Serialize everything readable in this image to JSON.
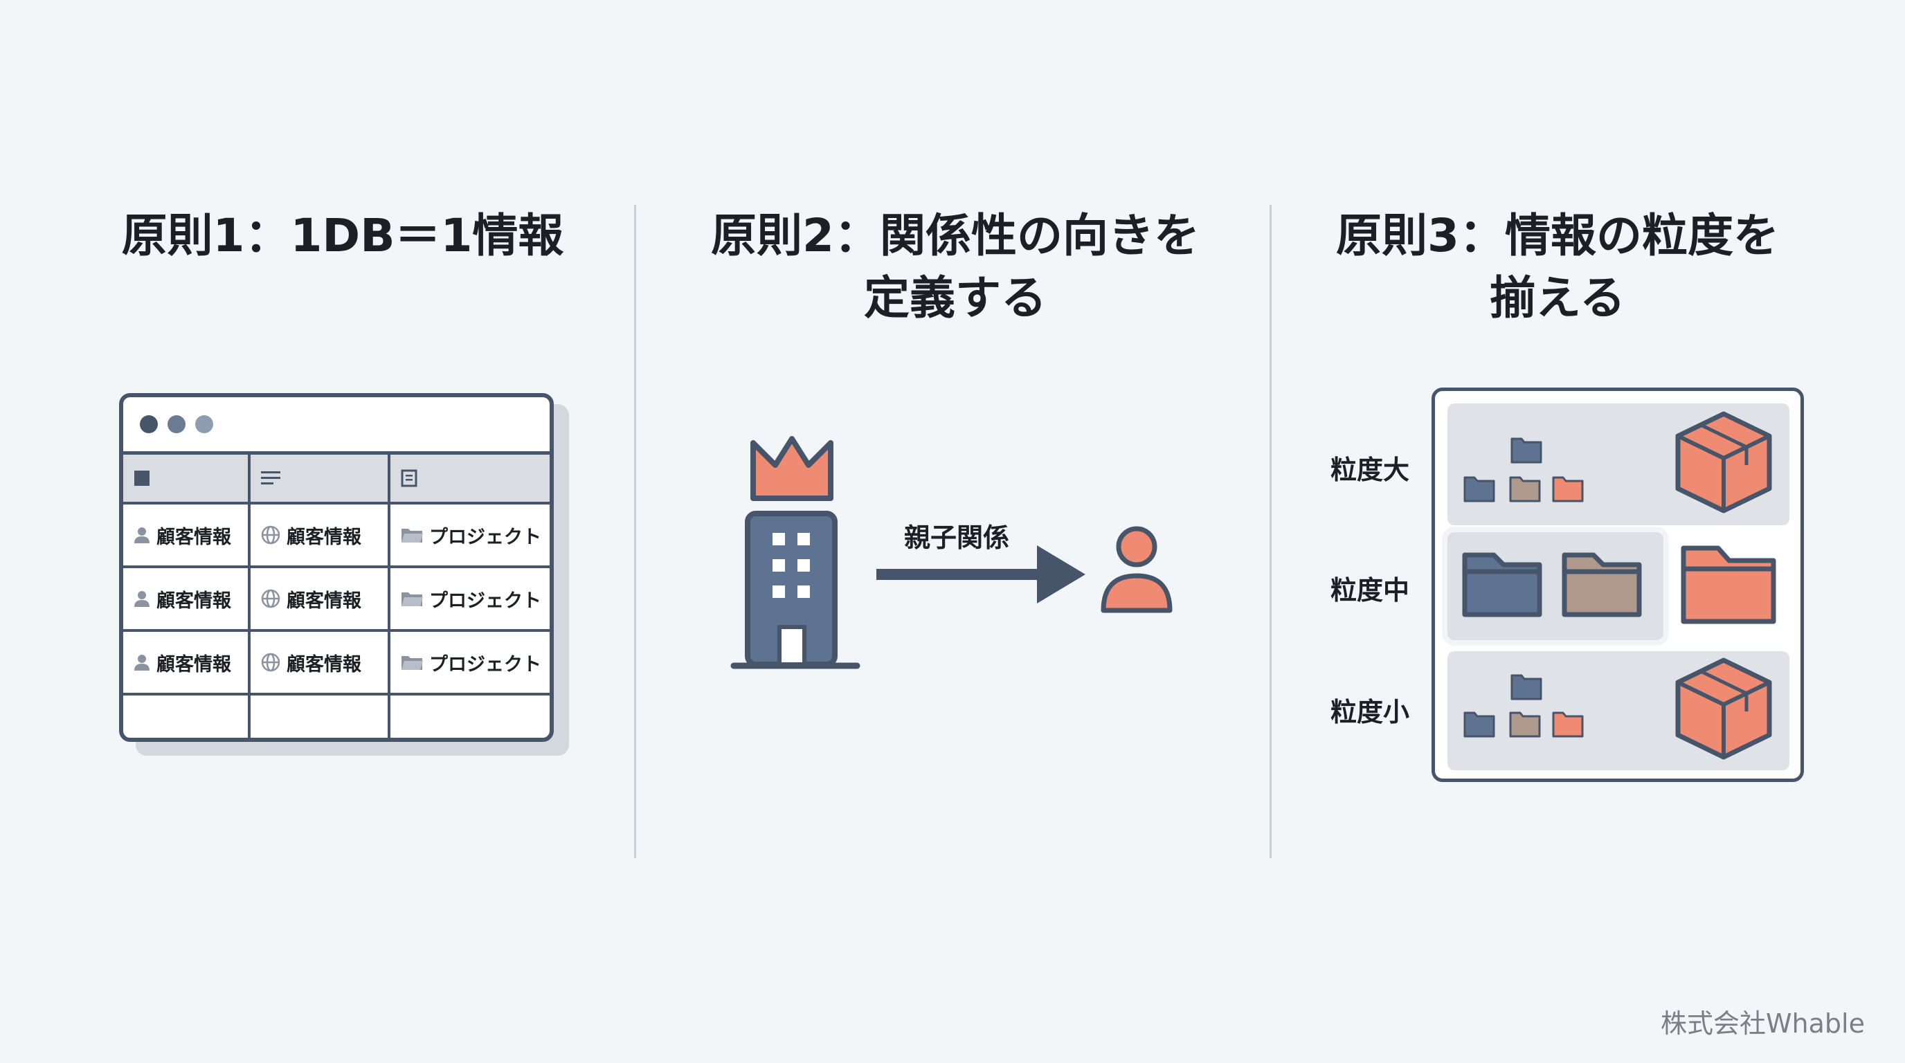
{
  "principles": [
    {
      "title_lines": [
        "原則1：1DB＝1情報"
      ]
    },
    {
      "title_lines": [
        "原則2：関係性の向きを",
        "定義する"
      ]
    },
    {
      "title_lines": [
        "原則3：情報の粒度を",
        "揃える"
      ]
    }
  ],
  "db_table": {
    "window_dots": [
      "#46556a",
      "#6b7b91",
      "#8e9cb0"
    ],
    "rows": [
      [
        "顧客情報",
        "顧客情報",
        "プロジェクト"
      ],
      [
        "顧客情報",
        "顧客情報",
        "プロジェクト"
      ],
      [
        "顧客情報",
        "顧客情報",
        "プロジェクト"
      ]
    ],
    "column_icons": [
      "person-icon",
      "globe-icon",
      "folder-icon"
    ],
    "header_icons": [
      "square-icon",
      "lines-icon",
      "document-icon"
    ]
  },
  "relation": {
    "label": "親子関係",
    "parent_icon": "building-with-crown-icon",
    "child_icon": "person-icon"
  },
  "granularity": {
    "levels": [
      "粒度大",
      "粒度中",
      "粒度小"
    ]
  },
  "colors": {
    "navy": "#46556a",
    "slate_blue": "#5e7391",
    "coral": "#ee8b72",
    "taupe": "#b09a8d",
    "divider": "#c9ced4"
  },
  "footer": "株式会社Whable"
}
